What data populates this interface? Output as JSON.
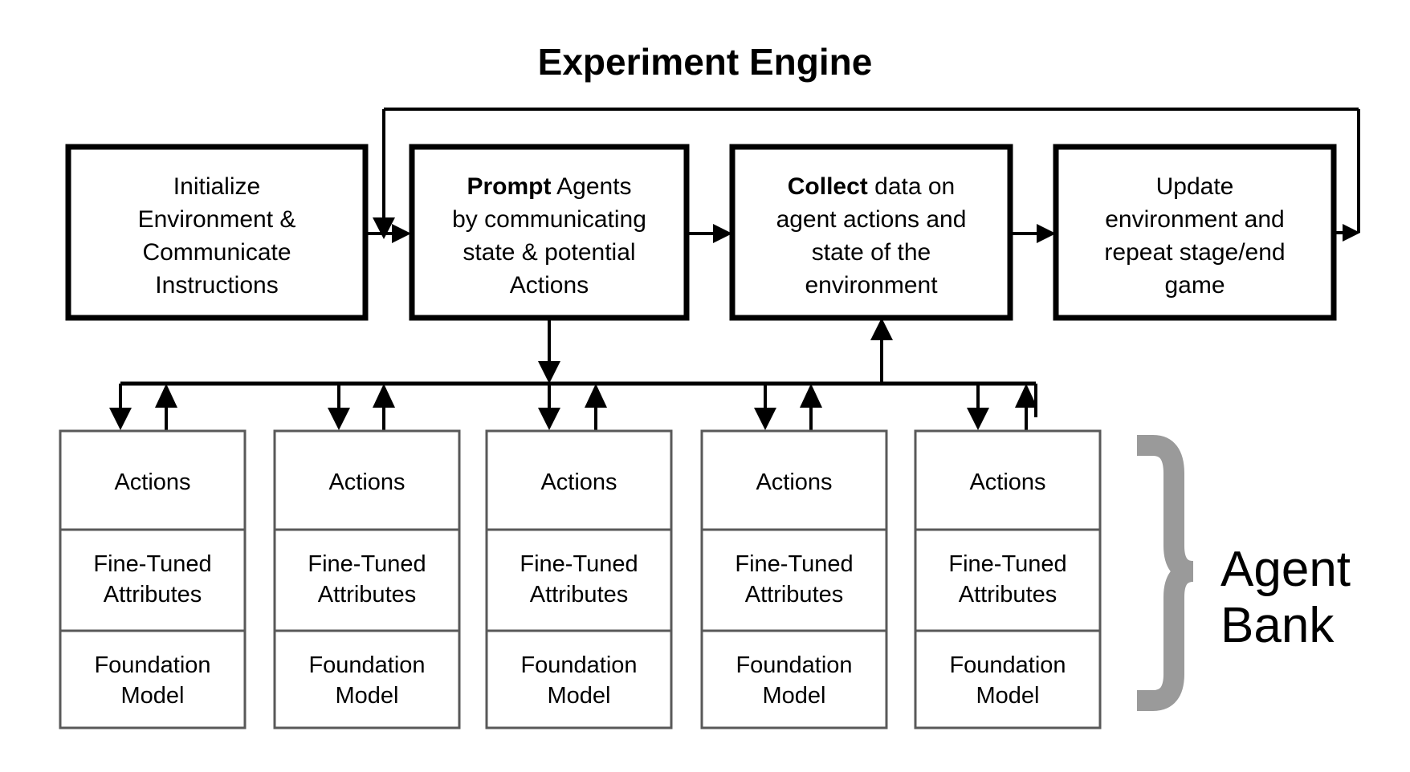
{
  "diagram": {
    "title": "Experiment Engine",
    "agent_bank_label_line1": "Agent",
    "agent_bank_label_line2": "Bank",
    "colors": {
      "stage_border": "#000000",
      "card_border": "#595959",
      "brace": "#9a9a9a",
      "text": "#000000",
      "background": "#ffffff"
    }
  },
  "stages": [
    {
      "id": "initialize",
      "lead": "Initialize",
      "lines": [
        "Environment &",
        "Communicate",
        "Instructions"
      ]
    },
    {
      "id": "prompt",
      "lead": "Prompt",
      "lead_tail": " Agents",
      "lines": [
        "by communicating",
        "state & potential",
        "Actions"
      ]
    },
    {
      "id": "collect",
      "lead": "Collect",
      "lead_tail": " data on",
      "lines": [
        "agent actions and",
        "state of the",
        "environment"
      ]
    },
    {
      "id": "update",
      "lead": "Update",
      "lines": [
        "environment and",
        "repeat stage/end",
        "game"
      ]
    }
  ],
  "agents": [
    {
      "id": "agent-1",
      "rows": [
        "Actions",
        "Fine-Tuned\nAttributes",
        "Foundation\nModel"
      ]
    },
    {
      "id": "agent-2",
      "rows": [
        "Actions",
        "Fine-Tuned\nAttributes",
        "Foundation\nModel"
      ]
    },
    {
      "id": "agent-3",
      "rows": [
        "Actions",
        "Fine-Tuned\nAttributes",
        "Foundation\nModel"
      ]
    },
    {
      "id": "agent-4",
      "rows": [
        "Actions",
        "Fine-Tuned\nAttributes",
        "Foundation\nModel"
      ]
    },
    {
      "id": "agent-5",
      "rows": [
        "Actions",
        "Fine-Tuned\nAttributes",
        "Foundation\nModel"
      ]
    }
  ],
  "agent_row_labels": {
    "actions": "Actions",
    "fine_tuned_1": "Fine-Tuned",
    "fine_tuned_2": "Attributes",
    "foundation_1": "Foundation",
    "foundation_2": "Model"
  },
  "stage_text": {
    "initialize": {
      "lead": "Initialize",
      "l1": "Environment &",
      "l2": "Communicate",
      "l3": "Instructions"
    },
    "prompt": {
      "lead": "Prompt",
      "lead_tail": " Agents",
      "l1": "by communicating",
      "l2": "state & potential",
      "l3": "Actions"
    },
    "collect": {
      "lead": "Collect",
      "lead_tail": " data on",
      "l1": "agent actions and",
      "l2": "state of the",
      "l3": "environment"
    },
    "update": {
      "lead": "Update",
      "l1": "environment and",
      "l2": "repeat stage/end",
      "l3": "game"
    }
  }
}
